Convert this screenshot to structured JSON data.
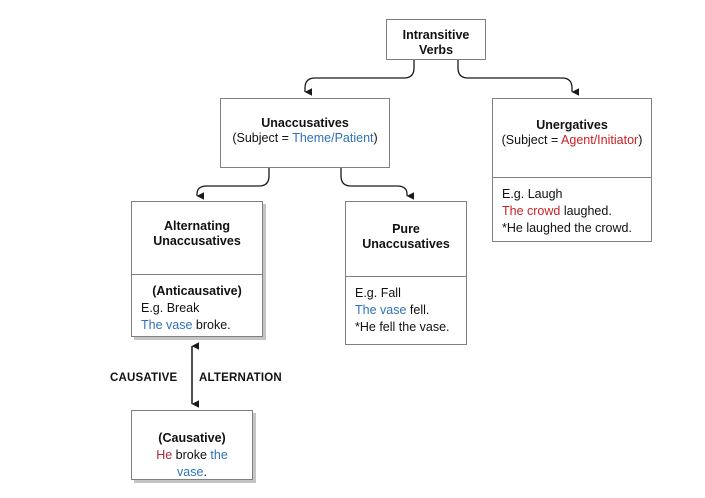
{
  "diagram": {
    "title_node": {
      "line1": "Intransitive",
      "line2": "Verbs"
    },
    "unaccusatives": {
      "heading": "Unaccusatives",
      "subject_prefix": "(Subject = ",
      "subject_role": "Theme/Patient",
      "subject_suffix": ")"
    },
    "unergatives": {
      "heading": "Unergatives",
      "subject_prefix": "(Subject = ",
      "subject_role": "Agent/Initiator",
      "subject_suffix": ")",
      "example_label": "E.g. Laugh",
      "grammatical_subject": "The crowd",
      "grammatical_rest": " laughed.",
      "ungrammatical": "*He laughed the crowd."
    },
    "alternating_unaccusatives": {
      "heading_line1": "Alternating",
      "heading_line2": "Unaccusatives",
      "type_label": "(Anticausative)",
      "example_label": "E.g. Break",
      "sentence_subject": "The vase",
      "sentence_rest": " broke."
    },
    "pure_unaccusatives": {
      "heading_line1": "Pure",
      "heading_line2": "Unaccusatives",
      "example_label": "E.g. Fall",
      "sentence_subject": "The vase",
      "sentence_rest": " fell.",
      "ungrammatical": "*He fell the vase."
    },
    "causative": {
      "type_label": "(Causative)",
      "sentence_subject": "He",
      "sentence_verb": " broke ",
      "sentence_object": "the vase",
      "sentence_end": "."
    },
    "alternation_label": {
      "left": "CAUSATIVE",
      "right": "ALTERNATION"
    },
    "colors": {
      "theme_blue": "#2f72b8",
      "agent_red": "#cc1f22",
      "causer_red": "#a3293b",
      "box_border": "#808080",
      "connector": "#1a1a1a",
      "text": "#111111",
      "background": "#ffffff"
    }
  }
}
